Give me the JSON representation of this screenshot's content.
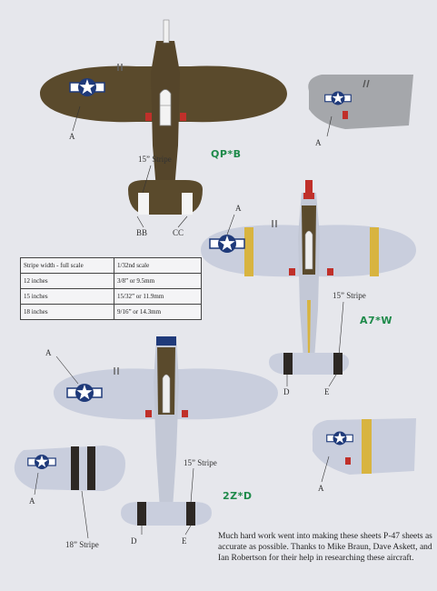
{
  "aircraft": [
    {
      "code": "QP*B",
      "stripe_label": "15” Stripe",
      "labels": [
        "A",
        "BB",
        "CC"
      ]
    },
    {
      "code": "A7*W",
      "stripe_label": "15” Stripe",
      "labels": [
        "A",
        "D",
        "E"
      ]
    },
    {
      "code": "2Z*D",
      "stripe_label": "15” Stripe",
      "labels": [
        "A",
        "D",
        "E"
      ]
    }
  ],
  "wing_labels": {
    "top_right": "A",
    "mid_right": "A",
    "bottom_left": "A"
  },
  "bottom_left_stripe": "18” Stripe",
  "stripe_table": {
    "header": [
      "Stripe width - full scale",
      "1/32nd scale"
    ],
    "rows": [
      [
        "12 inches",
        "3/8” or 9.5mm"
      ],
      [
        "15 inches",
        "15/32” or 11.9mm"
      ],
      [
        "18 inches",
        "9/16” or 14.3mm"
      ]
    ]
  },
  "credit_text": "Much hard work went into making these sheets P-47 sheets as accurate as possible. Thanks to Mike Braun, Dave Askett, and Ian Robertson for their help in researching these aircraft.",
  "colors": {
    "olive_drab": "#5a4a2c",
    "natural_metal": "#c9cedd",
    "insignia_blue": "#1f3a7a",
    "yellow_band": "#d8b440",
    "code_green": "#1e8a4a",
    "red": "#c0302a"
  }
}
